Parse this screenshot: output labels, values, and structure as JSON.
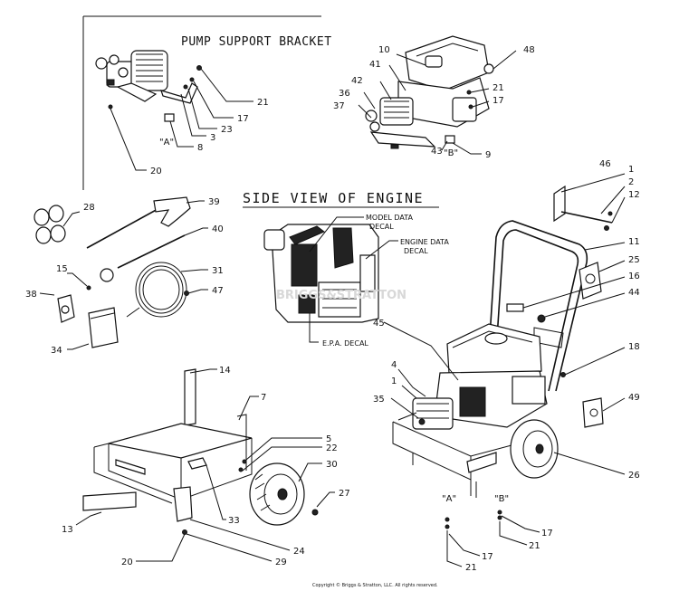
{
  "headings": {
    "pump_support_bracket": "PUMP SUPPORT BRACKET",
    "side_view_of_engine": "SIDE VIEW OF ENGINE"
  },
  "decal_labels": {
    "model_data": "MODEL DATA",
    "model_data_2": "DECAL",
    "engine_data": "ENGINE DATA",
    "engine_data_2": "DECAL",
    "epa": "E.P.A. DECAL"
  },
  "markers": {
    "a_inset": "\"A\"",
    "b_top": "\"B\"",
    "a_bottom": "\"A\"",
    "b_bottom": "\"B\""
  },
  "callouts": {
    "c21a": "21",
    "c17a": "17",
    "c23": "23",
    "c3": "3",
    "c8": "8",
    "c20a": "20",
    "c10": "10",
    "c48": "48",
    "c41": "41",
    "c42": "42",
    "c36": "36",
    "c37": "37",
    "c21b": "21",
    "c17b": "17",
    "c43": "43",
    "c9": "9",
    "c46": "46",
    "c1a": "1",
    "c2": "2",
    "c12": "12",
    "c11": "11",
    "c25": "25",
    "c16": "16",
    "c44": "44",
    "c18": "18",
    "c49": "49",
    "c26": "26",
    "c4": "4",
    "c1b": "1",
    "c35": "35",
    "c45": "45",
    "c28": "28",
    "c39": "39",
    "c40": "40",
    "c15": "15",
    "c31": "31",
    "c47": "47",
    "c38": "38",
    "c34": "34",
    "c14": "14",
    "c7": "7",
    "c5": "5",
    "c22": "22",
    "c30": "30",
    "c27": "27",
    "c13": "13",
    "c33": "33",
    "c24": "24",
    "c29": "29",
    "c20b": "20",
    "c17c": "17",
    "c21c": "21",
    "c17d": "17",
    "c21d": "21"
  },
  "watermark": "BRIGGS&STRATTON",
  "copyright": "Copyright © Briggs & Stratton, LLC. All rights reserved."
}
